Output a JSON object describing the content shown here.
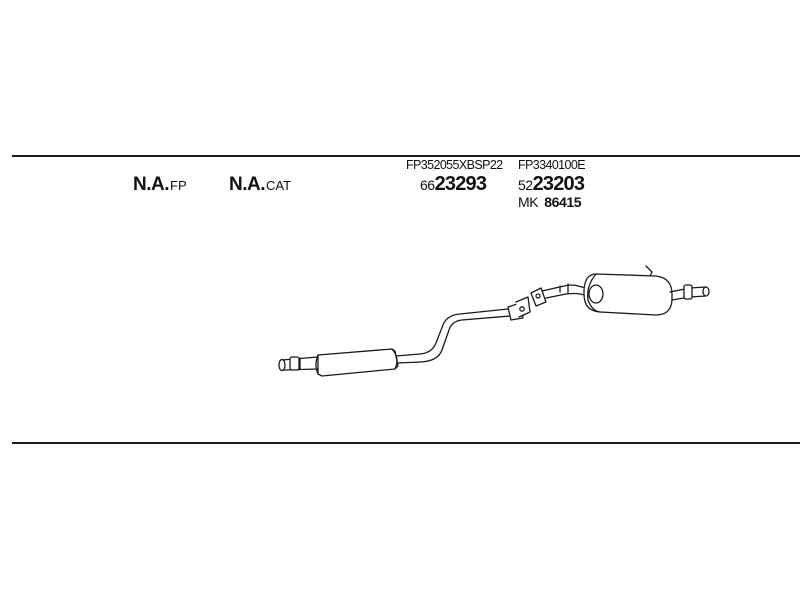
{
  "not_available": [
    {
      "big": "N.A.",
      "small": "FP"
    },
    {
      "big": "N.A.",
      "small": "CAT"
    }
  ],
  "parts": [
    {
      "code": "FP352055XBSP22",
      "num_prefix": "66",
      "num_main": "23293"
    },
    {
      "code": "FP3340100E",
      "num_prefix": "52",
      "num_main": "23203"
    }
  ],
  "mounting_kit": {
    "label": "MK",
    "number": "86415"
  },
  "colors": {
    "line": "#1a1a1a",
    "fill": "#ffffff"
  }
}
